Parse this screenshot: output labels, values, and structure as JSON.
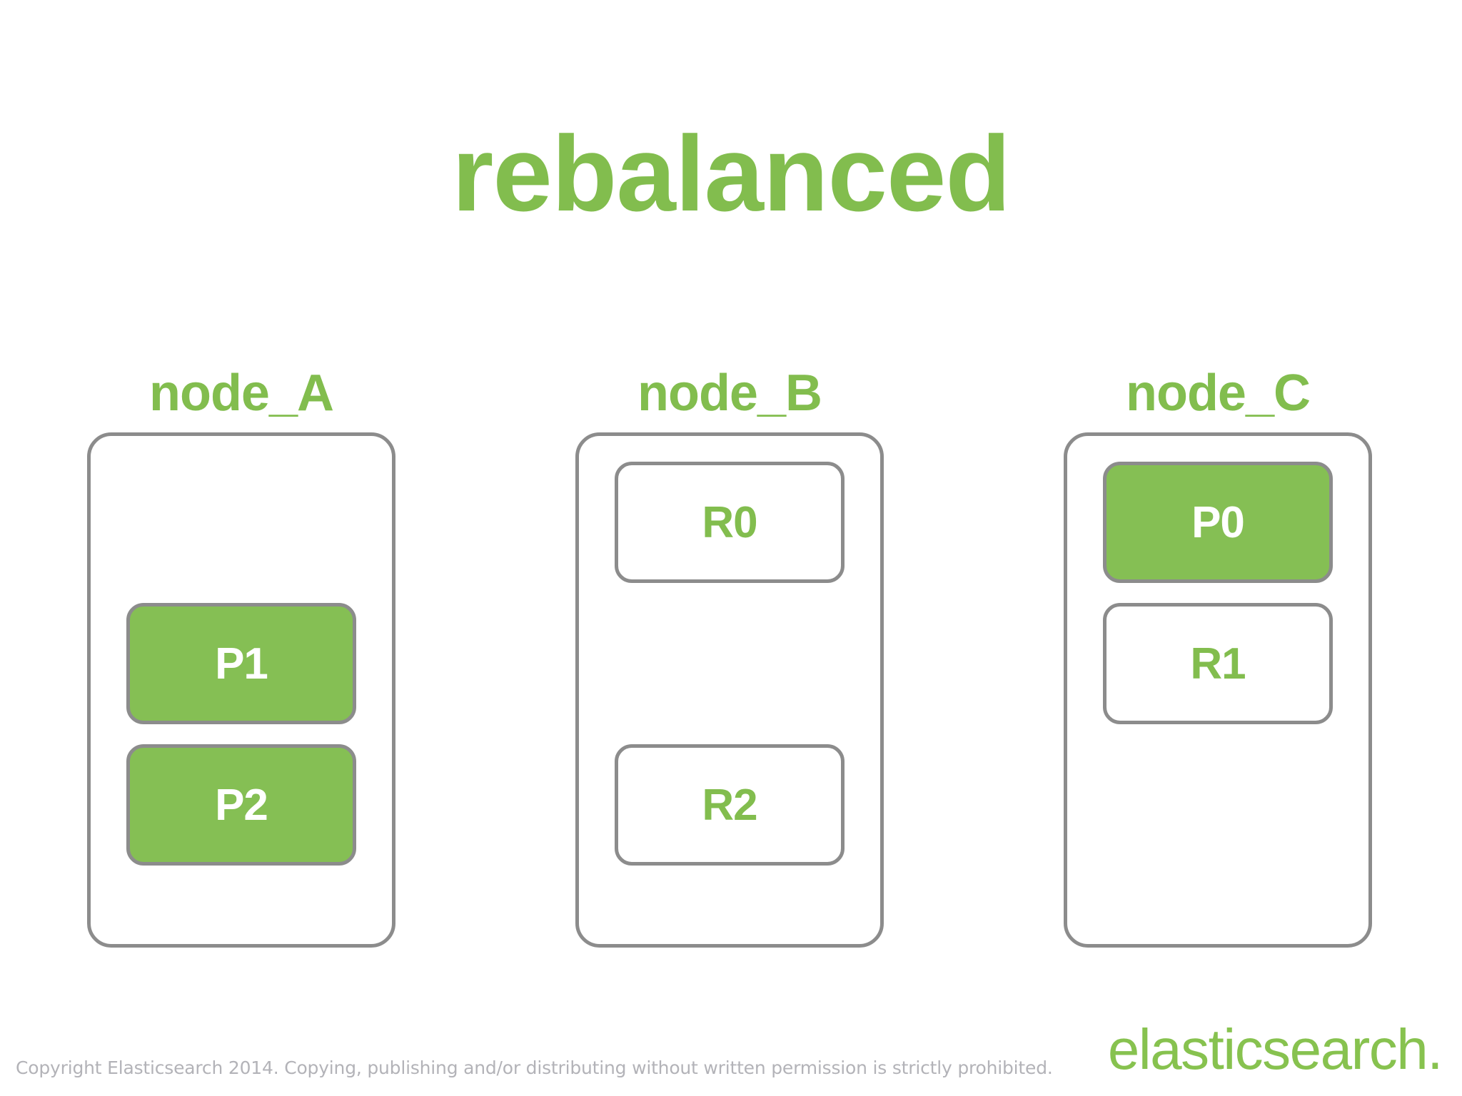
{
  "slide": {
    "title": "rebalanced",
    "background_color": "#ffffff",
    "accent_green": "#82bd4e",
    "shard_green": "#85bf54",
    "border_gray": "#8c8c8c",
    "footer_gray": "#b3b3b8"
  },
  "nodes": [
    {
      "label": "node_A",
      "slots": [
        {
          "label": "",
          "type": "empty"
        },
        {
          "label": "P1",
          "type": "primary"
        },
        {
          "label": "P2",
          "type": "primary"
        }
      ]
    },
    {
      "label": "node_B",
      "slots": [
        {
          "label": "R0",
          "type": "replica"
        },
        {
          "label": "",
          "type": "empty"
        },
        {
          "label": "R2",
          "type": "replica"
        }
      ]
    },
    {
      "label": "node_C",
      "slots": [
        {
          "label": "P0",
          "type": "primary"
        },
        {
          "label": "R1",
          "type": "replica"
        },
        {
          "label": "",
          "type": "empty"
        }
      ]
    }
  ],
  "footer": {
    "copyright": "Copyright Elasticsearch 2014. Copying, publishing and/or distributing without written permission is strictly prohibited.",
    "logo": "elasticsearch."
  }
}
